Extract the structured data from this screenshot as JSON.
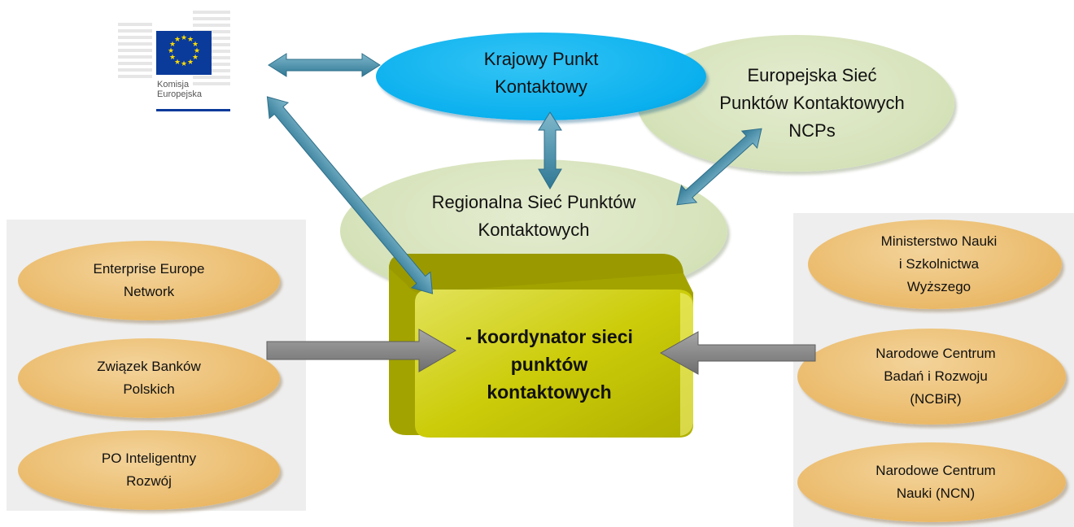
{
  "logo": {
    "label": "Komisja\nEuropejska"
  },
  "nodes": {
    "krajowy": "Krajowy Punkt\nKontaktowy",
    "europejska": "Europejska Sieć\nPunktów Kontaktowych\nNCPs",
    "regionalna": "Regionalna Sieć Punktów\nKontaktowych",
    "coordinator": "- koordynator sieci\npunktów\nkontaktowych"
  },
  "left_panel": [
    "Enterprise Europe\nNetwork",
    "Związek Banków\nPolskich",
    "PO Inteligentny\nRozwój"
  ],
  "right_panel": [
    "Ministerstwo Nauki\ni Szkolnictwa\nWyższego",
    "Narodowe Centrum\nBadań i Rozwoju\n(NCBiR)",
    "Narodowe Centrum\nNauki (NCN)"
  ],
  "colors": {
    "blue_node": "#0ab0ee",
    "green_node": "#d5e2b9",
    "orange_node": "#eab968",
    "coordinator_box": "#c8c800",
    "arrow_teal": "#3f8aa6",
    "arrow_gray": "#8c8c8c",
    "panel_bg": "#eeeeee"
  }
}
